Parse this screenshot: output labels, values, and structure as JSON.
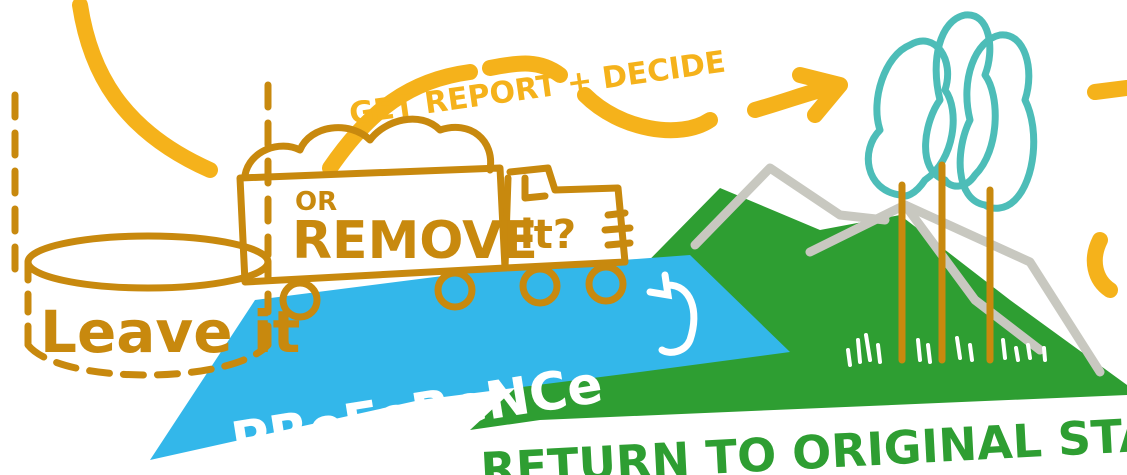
{
  "labels": {
    "leave": "Leave it",
    "or": "OR",
    "remove": "REMOVE",
    "it_question": "it?",
    "get_report": "GET REPORT + DECIDE",
    "preference": "PReFeReNCe",
    "return_state": "RETURN TO ORIGINAL STATE"
  },
  "colors": {
    "gold": "#C8890E",
    "yellow": "#F5B21B",
    "teal": "#4DBDB8",
    "green": "#2E9E32",
    "blue": "#33B7EA",
    "grey": "#C8C8C0"
  }
}
